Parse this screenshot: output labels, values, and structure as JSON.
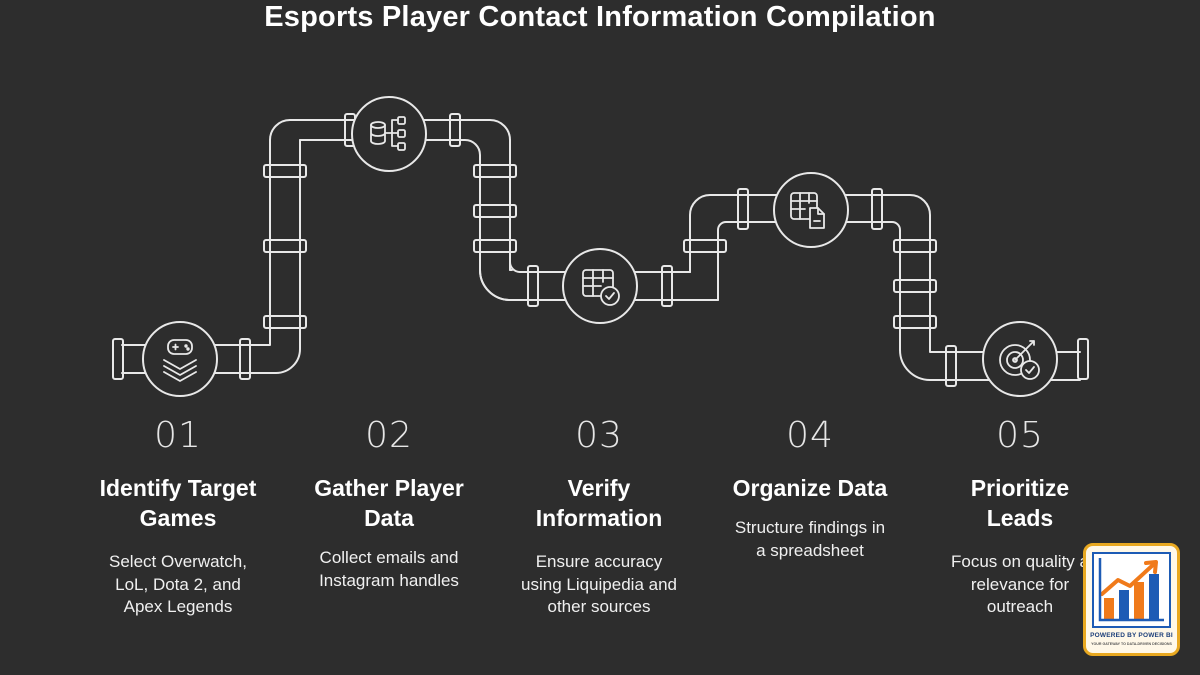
{
  "title": "Esports Player Contact Information Compilation",
  "steps": [
    {
      "number": "01",
      "heading_line1": "Identify Target",
      "heading_line2": "Games",
      "desc_line1": "Select Overwatch,",
      "desc_line2": "LoL, Dota 2, and",
      "desc_line3": "Apex Legends",
      "icon": "stacked-gamepad-icon"
    },
    {
      "number": "02",
      "heading_line1": "Gather Player",
      "heading_line2": "Data",
      "desc_line1": "Collect emails and",
      "desc_line2": "Instagram handles",
      "desc_line3": "",
      "icon": "database-hierarchy-icon"
    },
    {
      "number": "03",
      "heading_line1": "Verify",
      "heading_line2": "Information",
      "desc_line1": "Ensure accuracy",
      "desc_line2": "using Liquipedia and",
      "desc_line3": "other sources",
      "icon": "table-check-icon"
    },
    {
      "number": "04",
      "heading_line1": "Organize Data",
      "heading_line2": "",
      "desc_line1": "Structure findings in",
      "desc_line2": "a spreadsheet",
      "desc_line3": "",
      "icon": "spreadsheet-document-icon"
    },
    {
      "number": "05",
      "heading_line1": "Prioritize",
      "heading_line2": "Leads",
      "desc_line1": "Focus on quality a",
      "desc_line2": "relevance for",
      "desc_line3": "outreach",
      "icon": "target-check-icon"
    }
  ],
  "badge": {
    "line1": "POWERED BY POWER BI",
    "line2": "YOUR GATEWAY TO DATA-DRIVEN DECISIONS",
    "icon": "bar-chart-trend-icon"
  },
  "colors": {
    "background": "#2d2d2d",
    "stroke": "#e8e8e8",
    "badge_border": "#e8a820",
    "badge_bar_blue": "#1d5bb5",
    "badge_bar_orange": "#f07a1a"
  }
}
